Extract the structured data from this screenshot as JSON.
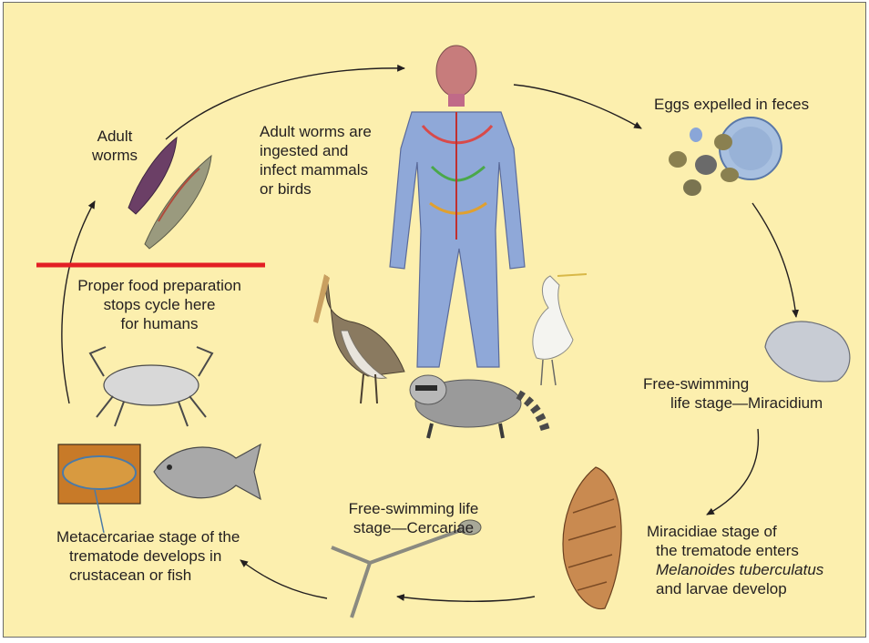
{
  "labels": {
    "adult_worms": [
      "Adult",
      "worms"
    ],
    "ingested": [
      "Adult worms are",
      "ingested and",
      "infect mammals",
      "or birds"
    ],
    "eggs": "Eggs expelled in feces",
    "miracidium": [
      "Free-swimming",
      "life stage—Miracidium"
    ],
    "snail_stage": {
      "line1": "Miracidiae stage of",
      "line2": "the trematode enters",
      "species": "Melanoides tuberculatus",
      "line4": "and larvae develop"
    },
    "cercariae": [
      "Free-swimming life",
      "stage—Cercariae"
    ],
    "metacercariae": [
      "Metacercariae stage of the",
      "trematode develops in",
      "crustacean or fish"
    ],
    "food_prep": [
      "Proper food preparation",
      "stops cycle here",
      "for humans"
    ]
  },
  "colors": {
    "background": "#fcefae",
    "border": "#6b6b6b",
    "arrow": "#231f20",
    "stop_line": "#e31e24",
    "text": "#231f20"
  }
}
